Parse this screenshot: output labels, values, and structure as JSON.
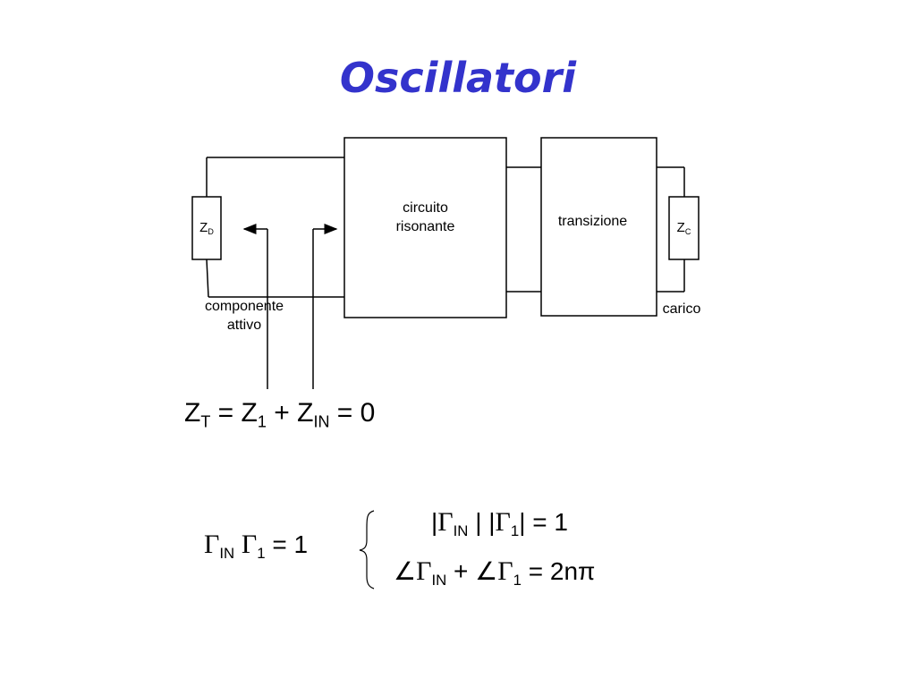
{
  "title": "Oscillatori",
  "diagram": {
    "resonant_label_line1": "circuito",
    "resonant_label_line2": "risonante",
    "transition_label": "transizione",
    "zd_main": "Z",
    "zd_sub": "D",
    "zc_main": "Z",
    "zc_sub": "C",
    "active_label_line1": "componente",
    "active_label_line2": "attivo",
    "load_label": "carico"
  },
  "equations": {
    "eq1": {
      "z": "Z",
      "t_sub": "T",
      "eq": "=",
      "z1": "Z",
      "one_sub": "1",
      "plus": "+",
      "zin": "Z",
      "in_sub": "IN",
      "eq2": "=",
      "zero": "0"
    },
    "eq2": {
      "gamma": "Γ",
      "in_sub": "IN",
      "gamma1": "Γ",
      "one_sub": "1",
      "eq": "=",
      "one": "1"
    },
    "system_line1": {
      "bar1": "|",
      "gamma": "Γ",
      "in_sub": "IN",
      "bar2": "|",
      "bar3": "|",
      "gamma1": "Γ",
      "one_sub": "1",
      "bar4": "|",
      "eq": "=",
      "one": "1"
    },
    "system_line2": {
      "angle": "∠",
      "gamma": "Γ",
      "in_sub": "IN",
      "plus": "+",
      "angle2": "∠",
      "gamma1": "Γ",
      "one_sub": "1",
      "eq": "=",
      "rhs": "2nπ"
    }
  }
}
